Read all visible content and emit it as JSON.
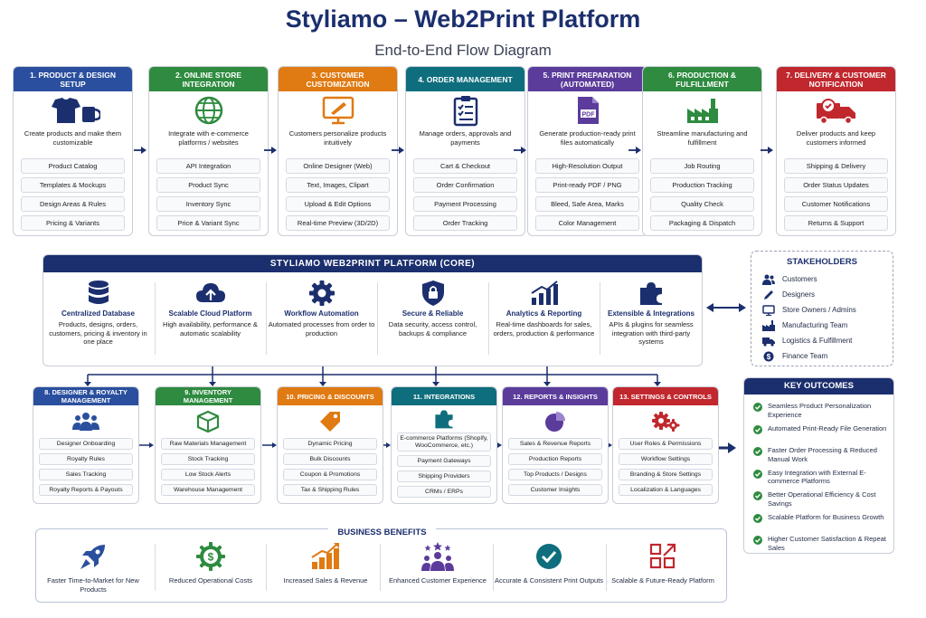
{
  "title": "Styliamo – Web2Print Platform",
  "subtitle": "End-to-End Flow Diagram",
  "colors": {
    "navy": "#1b2f6e",
    "blue": "#2a4f9e",
    "green": "#2e8b3f",
    "orange": "#e07a12",
    "teal": "#0f6e7d",
    "purple": "#5b3c9b",
    "red": "#c0282e"
  },
  "steps": [
    {
      "heading": "1. PRODUCT & DESIGN SETUP",
      "icon": "tshirt-mug-icon",
      "desc": "Create products and make them customizable",
      "items": [
        "Product Catalog",
        "Templates & Mockups",
        "Design Areas & Rules",
        "Pricing & Variants"
      ]
    },
    {
      "heading": "2. ONLINE STORE INTEGRATION",
      "icon": "globe-icon",
      "desc": "Integrate with e-commerce platforms / websites",
      "items": [
        "API Integration",
        "Product Sync",
        "Inventory Sync",
        "Price & Variant Sync"
      ]
    },
    {
      "heading": "3. CUSTOMER CUSTOMIZATION",
      "icon": "designer-screen-icon",
      "desc": "Customers personalize products intuitively",
      "items": [
        "Online Designer (Web)",
        "Text, Images, Clipart",
        "Upload & Edit Options",
        "Real-time Preview (3D/2D)"
      ]
    },
    {
      "heading": "4. ORDER MANAGEMENT",
      "icon": "clipboard-icon",
      "desc": "Manage orders, approvals and payments",
      "items": [
        "Cart & Checkout",
        "Order Confirmation",
        "Payment Processing",
        "Order Tracking"
      ]
    },
    {
      "heading": "5. PRINT PREPARATION (AUTOMATED)",
      "icon": "pdf-icon",
      "desc": "Generate production-ready print files automatically",
      "items": [
        "High-Resolution Output",
        "Print-ready PDF / PNG",
        "Bleed, Safe Area, Marks",
        "Color Management"
      ]
    },
    {
      "heading": "6. PRODUCTION & FULFILLMENT",
      "icon": "factory-icon",
      "desc": "Streamline manufacturing and fulfillment",
      "items": [
        "Job Routing",
        "Production Tracking",
        "Quality Check",
        "Packaging & Dispatch"
      ]
    },
    {
      "heading": "7. DELIVERY & CUSTOMER NOTIFICATION",
      "icon": "delivery-truck-icon",
      "desc": "Deliver products and keep customers informed",
      "items": [
        "Shipping & Delivery",
        "Order Status Updates",
        "Customer Notifications",
        "Returns & Support"
      ]
    }
  ],
  "core": {
    "heading": "STYLIAMO WEB2PRINT PLATFORM (CORE)",
    "columns": [
      {
        "icon": "database-icon",
        "title": "Centralized Database",
        "desc": "Products, designs, orders, customers, pricing & inventory in one place"
      },
      {
        "icon": "cloud-upload-icon",
        "title": "Scalable Cloud Platform",
        "desc": "High availability, performance & automatic scalability"
      },
      {
        "icon": "gear-icon",
        "title": "Workflow Automation",
        "desc": "Automated processes from order to production"
      },
      {
        "icon": "shield-lock-icon",
        "title": "Secure & Reliable",
        "desc": "Data security, access control, backups & compliance"
      },
      {
        "icon": "bar-chart-icon",
        "title": "Analytics & Reporting",
        "desc": "Real-time dashboards for sales, orders, production & performance"
      },
      {
        "icon": "puzzle-icon",
        "title": "Extensible & Integrations",
        "desc": "APIs & plugins for seamless integration with third-party systems"
      }
    ]
  },
  "stakeholders": {
    "heading": "STAKEHOLDERS",
    "items": [
      {
        "icon": "users-icon",
        "label": "Customers"
      },
      {
        "icon": "pen-icon",
        "label": "Designers"
      },
      {
        "icon": "monitor-icon",
        "label": "Store Owners / Admins"
      },
      {
        "icon": "factory-icon",
        "label": "Manufacturing Team"
      },
      {
        "icon": "truck-icon",
        "label": "Logistics & Fulfillment"
      },
      {
        "icon": "dollar-icon",
        "label": "Finance Team"
      }
    ]
  },
  "modules": [
    {
      "heading": "8. DESIGNER & ROYALTY MANAGEMENT",
      "icon": "team-icon",
      "items": [
        "Designer Onboarding",
        "Royalty Rules",
        "Sales Tracking",
        "Royalty Reports & Payouts"
      ]
    },
    {
      "heading": "9. INVENTORY MANAGEMENT",
      "icon": "box-icon",
      "items": [
        "Raw Materials Management",
        "Stock Tracking",
        "Low Stock Alerts",
        "Warehouse Management"
      ]
    },
    {
      "heading": "10. PRICING & DISCOUNTS",
      "icon": "tag-icon",
      "items": [
        "Dynamic Pricing",
        "Bulk Discounts",
        "Coupon & Promotions",
        "Tax & Shipping Rules"
      ]
    },
    {
      "heading": "11. INTEGRATIONS",
      "icon": "puzzle-icon",
      "items": [
        "E-commerce Platforms (Shopify, WooCommerce, etc.)",
        "Payment Gateways",
        "Shipping Providers",
        "CRMs / ERPs"
      ]
    },
    {
      "heading": "12. REPORTS & INSIGHTS",
      "icon": "pie-chart-icon",
      "items": [
        "Sales & Revenue Reports",
        "Production Reports",
        "Top Products / Designs",
        "Customer Insights"
      ]
    },
    {
      "heading": "13. SETTINGS & CONTROLS",
      "icon": "gears-icon",
      "items": [
        "User Roles & Permissions",
        "Workflow Settings",
        "Branding & Store Settings",
        "Localization & Languages"
      ]
    }
  ],
  "outcomes": {
    "heading": "KEY OUTCOMES",
    "items": [
      "Seamless Product Personalization Experience",
      "Automated Print-Ready File Generation",
      "Faster Order Processing & Reduced Manual Work",
      "Easy Integration with External E-commerce Platforms",
      "Better Operational Efficiency & Cost Savings",
      "Scalable Platform for Business Growth",
      "Higher Customer Satisfaction & Repeat Sales"
    ]
  },
  "benefits": {
    "heading": "BUSINESS BENEFITS",
    "items": [
      {
        "icon": "rocket-icon",
        "label": "Faster Time-to-Market for New Products"
      },
      {
        "icon": "coin-gear-icon",
        "label": "Reduced Operational Costs"
      },
      {
        "icon": "growth-chart-icon",
        "label": "Increased Sales & Revenue"
      },
      {
        "icon": "group-stars-icon",
        "label": "Enhanced Customer Experience"
      },
      {
        "icon": "check-badge-icon",
        "label": "Accurate & Consistent Print Outputs"
      },
      {
        "icon": "scale-arrows-icon",
        "label": "Scalable & Future-Ready Platform"
      }
    ]
  }
}
